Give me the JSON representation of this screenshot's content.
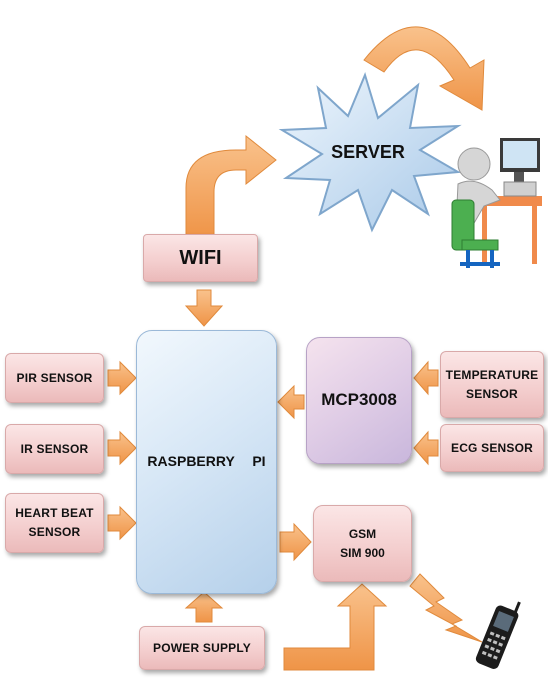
{
  "diagram": {
    "colors": {
      "arrow_orange": "#f4a460",
      "box_pink": "#f3cccc",
      "rpi_blue": "#c9dcf0",
      "mcp_purple": "#d8c7e2",
      "server_star": "#cfe3f5"
    },
    "nodes": {
      "wifi": "WIFI",
      "raspberry_pi": "RASPBERRY  PI",
      "mcp": "MCP3008",
      "gsm_line1": "GSM",
      "gsm_line2": "SIM 900",
      "pir": "PIR SENSOR",
      "ir": "IR SENSOR",
      "heartbeat_line1": "HEART BEAT",
      "heartbeat_line2": "SENSOR",
      "temperature_line1": "TEMPERATURE",
      "temperature_line2": "SENSOR",
      "ecg": "ECG SENSOR",
      "power_supply": "POWER SUPPLY",
      "server": "SERVER"
    },
    "icons": {
      "user_computer": "user-at-computer-icon",
      "mobile_phone": "mobile-phone-icon",
      "lightning": "lightning-bolt-icon"
    }
  }
}
